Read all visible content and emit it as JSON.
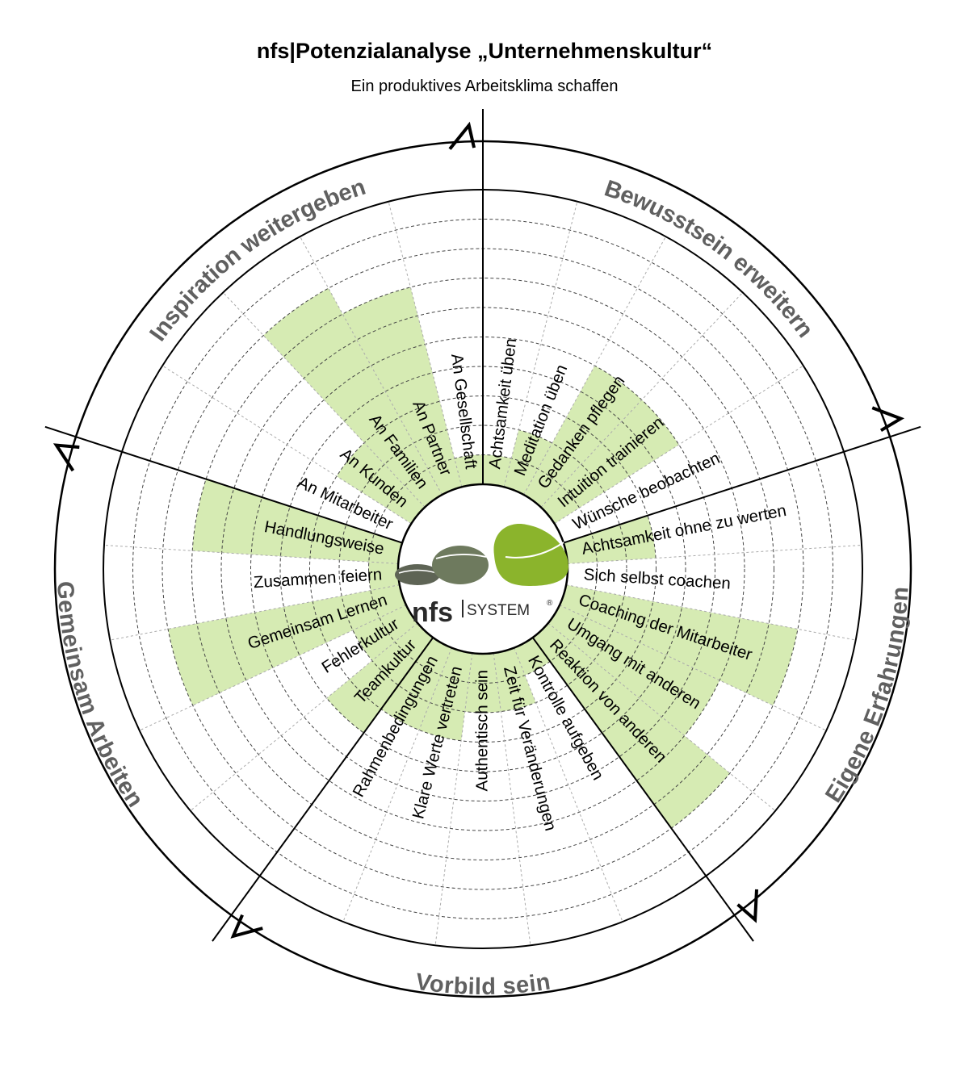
{
  "title": "nfs|Potenzialanalyse „Unternehmenskultur“",
  "subtitle": "Ein produktives Arbeitsklima schaffen",
  "logo": {
    "brand": "nfs",
    "system": "SYSTEM",
    "registered": "®"
  },
  "colors": {
    "fill": "#d6ebb3",
    "line": "#000000",
    "grid_dashed": "#444444",
    "grid_spoke": "#aaaaaa",
    "section_text": "#606060"
  },
  "chart_data": {
    "type": "polar-bar",
    "scale": {
      "min": 0,
      "max": 10,
      "gridlines": 10
    },
    "categories": [
      "Achtsamkeit üben",
      "Meditation üben",
      "Gedanken pflegen",
      "Intuition trainieren",
      "Wünsche beobachten",
      "Achtsamkeit ohne zu werten",
      "Sich selbst coachen",
      "Coaching der Mitarbeiter",
      "Umgang mit anderen",
      "Reaktion von anderen",
      "Kontrolle aufgeben",
      "Zeit für Veränderungen",
      "Authentisch sein",
      "Klare Werte vertreten",
      "Rahmenbedingungen",
      "Teamkultur",
      "Fehlerkultur",
      "Gemeinsam Lernen",
      "Zusammen feiern",
      "Handlungsweise",
      "An Mitarbeiter",
      "An Kunden",
      "An Familien",
      "An Partner",
      "An Gesellschaft"
    ],
    "values": [
      1,
      2,
      5,
      5,
      0,
      3,
      0,
      8,
      6,
      8,
      1,
      2,
      2,
      3,
      3,
      4,
      2,
      8,
      1,
      7,
      0,
      3,
      8,
      7,
      1
    ],
    "sections": [
      {
        "name": "Bewusstsein erweitern",
        "categories": [
          0,
          1,
          2,
          3,
          4
        ]
      },
      {
        "name": "Eigene Erfahrungen",
        "categories": [
          5,
          6,
          7,
          8,
          9
        ]
      },
      {
        "name": "Vorbild sein",
        "categories": [
          10,
          11,
          12,
          13,
          14
        ]
      },
      {
        "name": "Gemeinsam Arbeiten",
        "categories": [
          15,
          16,
          17,
          18,
          19
        ]
      },
      {
        "name": "Inspiration weitergeben",
        "categories": [
          20,
          21,
          22,
          23,
          24
        ]
      }
    ]
  }
}
